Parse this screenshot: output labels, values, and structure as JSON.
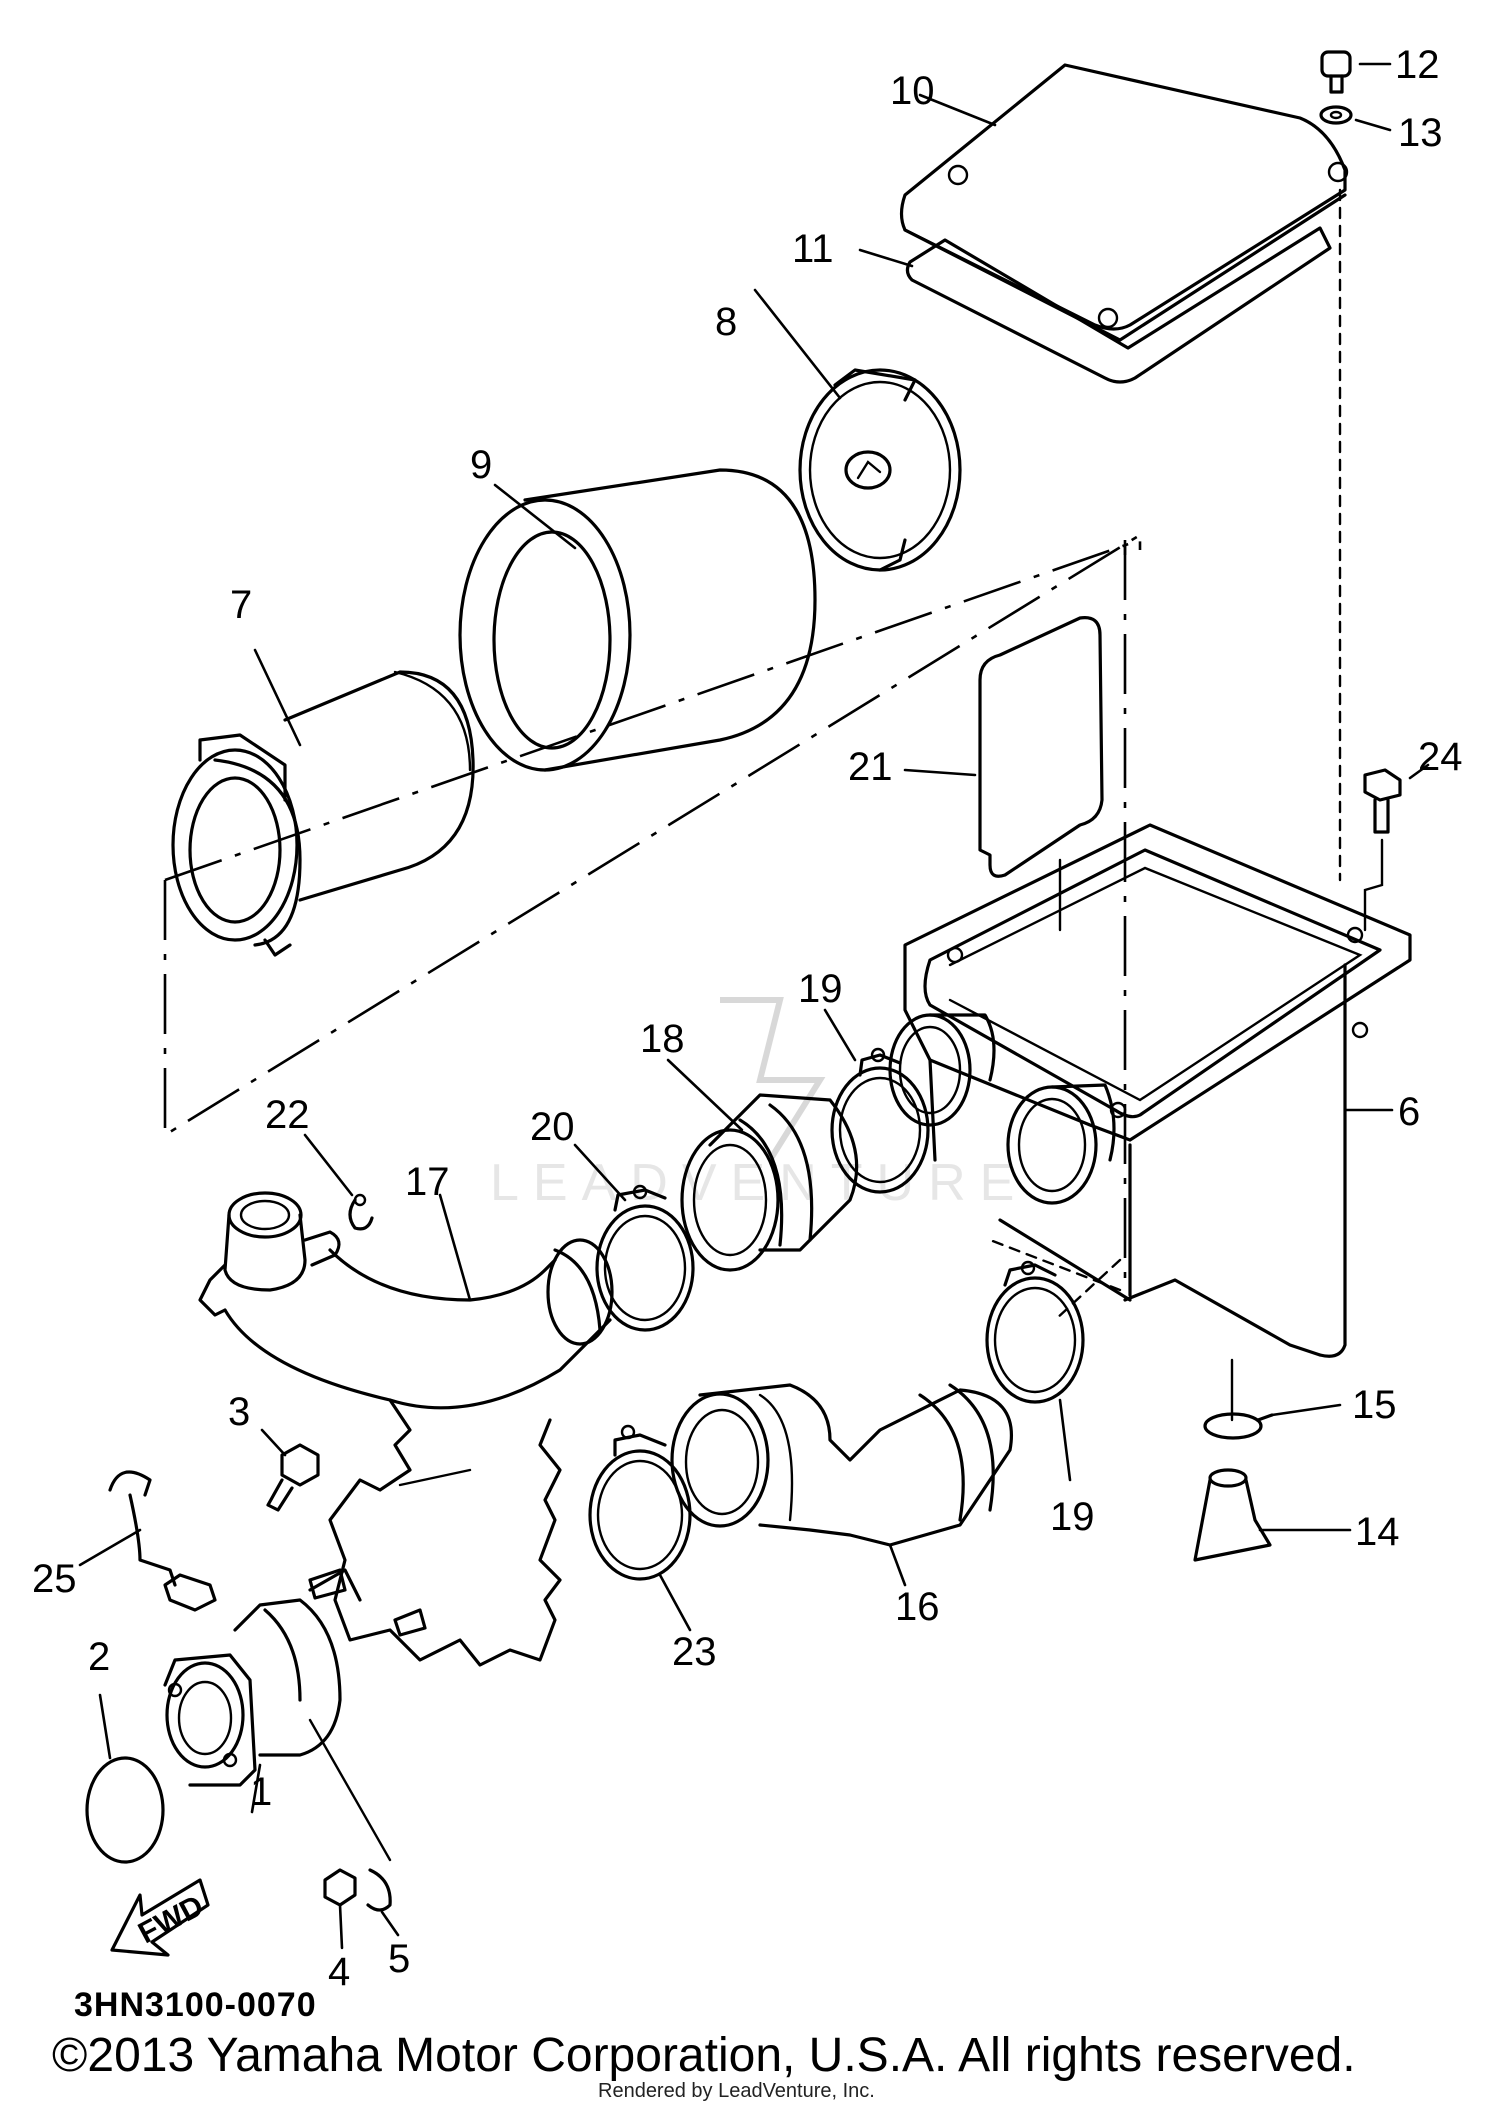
{
  "diagram": {
    "callouts": {
      "p1": "1",
      "p2": "2",
      "p3": "3",
      "p4": "4",
      "p5": "5",
      "p6": "6",
      "p7": "7",
      "p8": "8",
      "p9": "9",
      "p10": "10",
      "p11": "11",
      "p12": "12",
      "p13": "13",
      "p14": "14",
      "p15": "15",
      "p16": "16",
      "p17": "17",
      "p18": "18",
      "p19a": "19",
      "p19b": "19",
      "p20": "20",
      "p21": "21",
      "p22": "22",
      "p23": "23",
      "p24": "24",
      "p25": "25"
    },
    "fwd_label": "FWD",
    "diagram_code": "3HN3100-0070",
    "watermark_text": "LEADVENTURE"
  },
  "footer": {
    "copyright": "©2013 Yamaha Motor Corporation, U.S.A. All rights reserved.",
    "rendered_by": "Rendered by LeadVenture, Inc."
  }
}
